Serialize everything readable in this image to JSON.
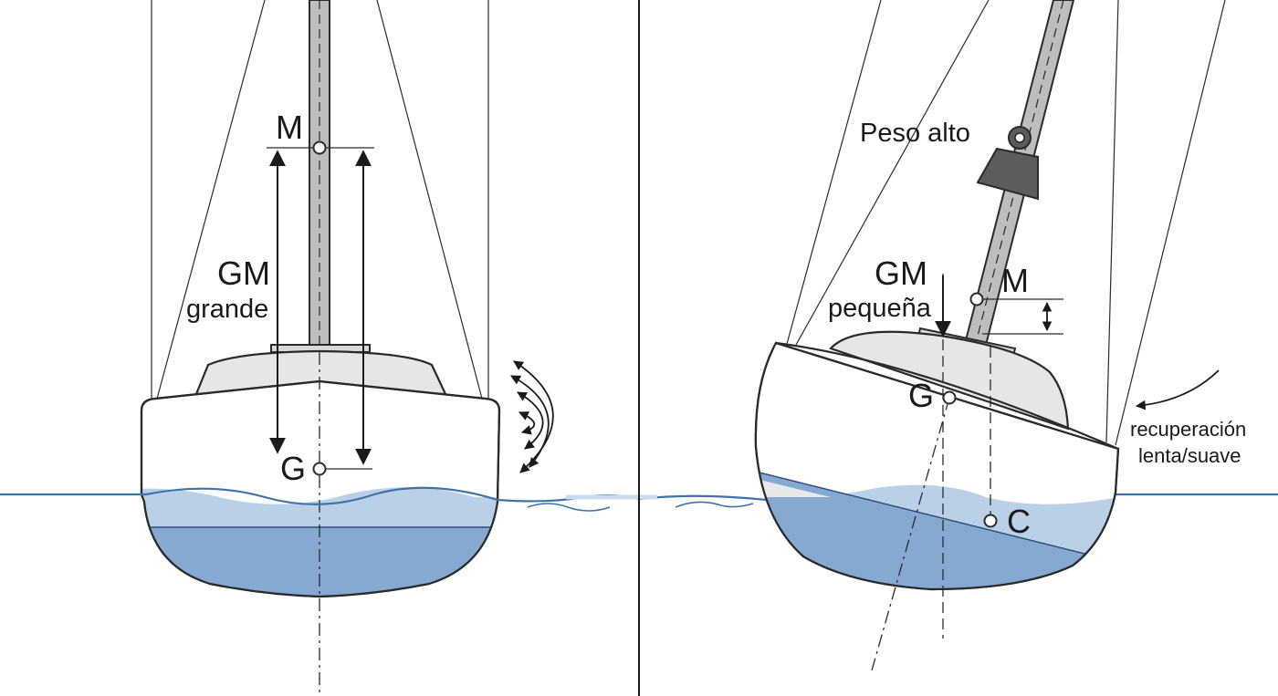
{
  "left_panel": {
    "label_m": "M",
    "label_g": "G",
    "label_gm": "GM",
    "label_gm_size": "grande"
  },
  "right_panel": {
    "label_weight": "Peso alto",
    "label_gm": "GM",
    "label_gm_size": "pequeña",
    "label_m": "M",
    "label_g": "G",
    "label_c": "C",
    "label_recovery_1": "recuperación",
    "label_recovery_2": "lenta/suave"
  },
  "colors": {
    "water_light": "#b9d0e7",
    "water_dark": "#85a9d0",
    "waterline": "#3f73a8",
    "hull_fill": "#ffffff",
    "deck_fill": "#e6e6e6",
    "mast_fill": "#bdbdbd",
    "weight_fill": "#5c5c5c"
  }
}
